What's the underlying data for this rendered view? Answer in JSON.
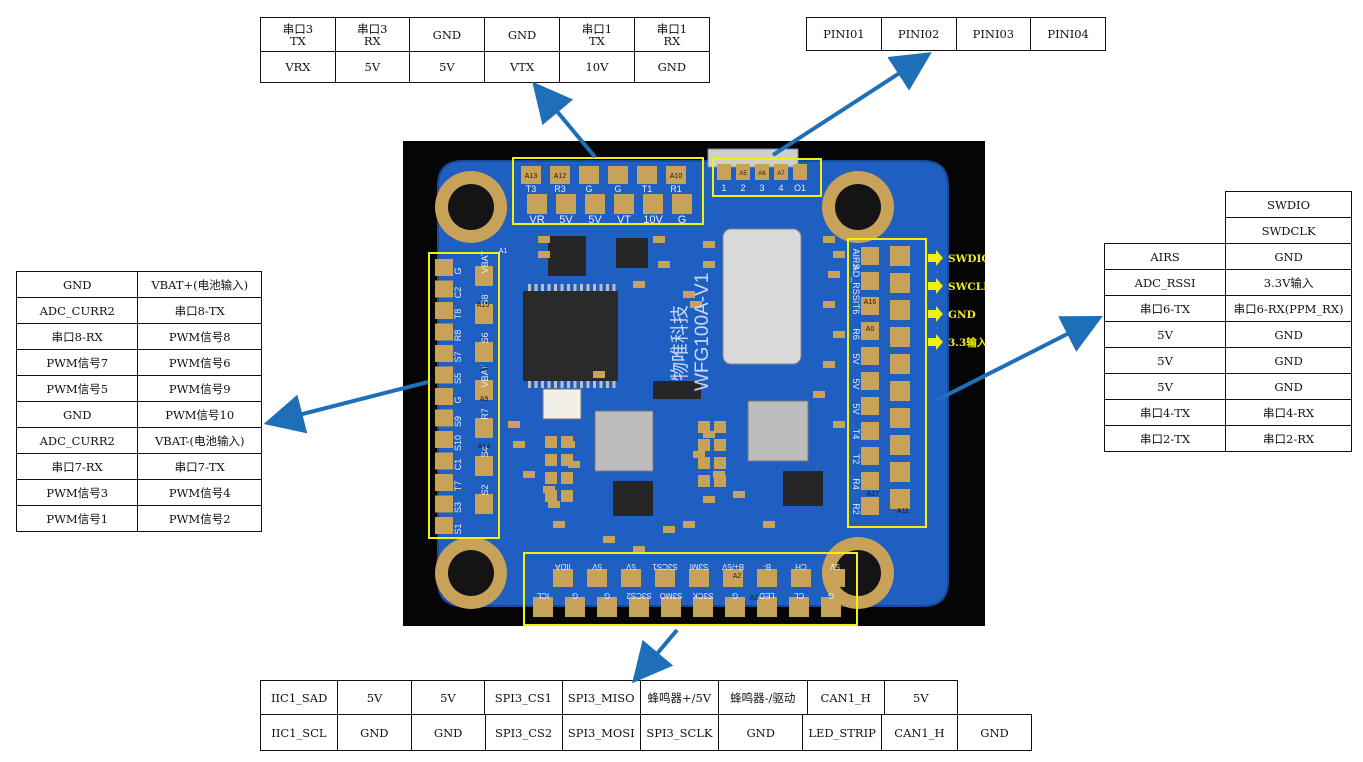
{
  "top_left_table": {
    "rows": [
      [
        "串口3\nTX",
        "串口3\nRX",
        "GND",
        "GND",
        "串口1\nTX",
        "串口1\nRX"
      ],
      [
        "VRX",
        "5V",
        "5V",
        "VTX",
        "10V",
        "GND"
      ]
    ]
  },
  "top_right_table": {
    "rows": [
      [
        "PINI01",
        "PINI02",
        "PINI03",
        "PINI04"
      ]
    ]
  },
  "left_table": {
    "rows": [
      [
        "GND",
        "VBAT+(电池输入)"
      ],
      [
        "ADC_CURR2",
        "串口8-TX"
      ],
      [
        "串口8-RX",
        "PWM信号8"
      ],
      [
        "PWM信号7",
        "PWM信号6"
      ],
      [
        "PWM信号5",
        "PWM信号9"
      ],
      [
        "GND",
        "PWM信号10"
      ],
      [
        "ADC_CURR2",
        "VBAT-(电池输入)"
      ],
      [
        "串口7-RX",
        "串口7-TX"
      ],
      [
        "PWM信号3",
        "PWM信号4"
      ],
      [
        "PWM信号1",
        "PWM信号2"
      ]
    ]
  },
  "right_table": {
    "top_rows": [
      [
        "",
        "SWDIO"
      ],
      [
        "",
        "SWDCLK"
      ]
    ],
    "rows": [
      [
        "AIRS",
        "GND"
      ],
      [
        "ADC_RSSI",
        "3.3V输入"
      ],
      [
        "串口6-TX",
        "串口6-RX(PPM_RX)"
      ],
      [
        "5V",
        "GND"
      ],
      [
        "5V",
        "GND"
      ],
      [
        "5V",
        "GND"
      ],
      [
        "串口4-TX",
        "串口4-RX"
      ],
      [
        "串口2-TX",
        "串口2-RX"
      ]
    ]
  },
  "bottom_table": {
    "row1": [
      "IIC1_SAD",
      "5V",
      "5V",
      "SPI3_CS1",
      "SPI3_MISO",
      "蜂鸣器+/5V",
      "蜂鸣器-/驱动",
      "CAN1_H",
      "5V"
    ],
    "row2": [
      "IIC1_SCL",
      "GND",
      "GND",
      "SPI3_CS2",
      "SPI3_MOSI",
      "SPI3_SCLK",
      "GND",
      "LED_STRIP",
      "CAN1_H",
      "GND"
    ]
  },
  "board": {
    "name": "WFG100A-V1",
    "brand": "物唯科技",
    "right_labels": [
      "SWDIO",
      "SWCLK",
      "GND",
      "3.3输入"
    ],
    "top_pad_labels": [
      "T3",
      "R3",
      "G",
      "G",
      "T1",
      "R1"
    ],
    "top_pad_labels2": [
      "VR",
      "5V",
      "5V",
      "VT",
      "10V",
      "G"
    ],
    "pin_labels": [
      "1",
      "2",
      "3",
      "4",
      "O1"
    ],
    "left_pad_labels": [
      "G",
      "C2",
      "T8",
      "R8",
      "S7",
      "S5",
      "G",
      "S9",
      "S10",
      "C1",
      "T7",
      "S3",
      "S1"
    ],
    "left_pad_labels2": [
      "VBAT",
      "S8",
      "S6",
      "VBAT",
      "R7",
      "S4",
      "S2"
    ],
    "side_labels": [
      "AIRS",
      "AD_RSSI",
      "T6",
      "R6",
      "5V",
      "5V",
      "5V",
      "T4",
      "T2",
      "R4",
      "R2"
    ],
    "bottom_labels_top": [
      "IIDA",
      "5V",
      "5V",
      "S3CS1",
      "S3MI",
      "B+/5V",
      "B-",
      "CH",
      "5V"
    ],
    "bottom_labels_bot": [
      "ICL",
      "G",
      "G",
      "S3CS2",
      "S3MO",
      "S3CK",
      "G",
      "LED",
      "CL",
      "G"
    ],
    "pad_ids": [
      "A13",
      "A12",
      "A10",
      "A4",
      "A5",
      "A6",
      "A7",
      "A15",
      "A8",
      "A9",
      "A14",
      "A16",
      "A0",
      "A17",
      "A11",
      "A1",
      "A3",
      "A2"
    ],
    "colors": {
      "pcb": "#1f5fc2",
      "pad": "#c9a25a",
      "highlight": "#f2f011",
      "arrow": "#1f6fb8",
      "label": "#f2f011"
    }
  }
}
